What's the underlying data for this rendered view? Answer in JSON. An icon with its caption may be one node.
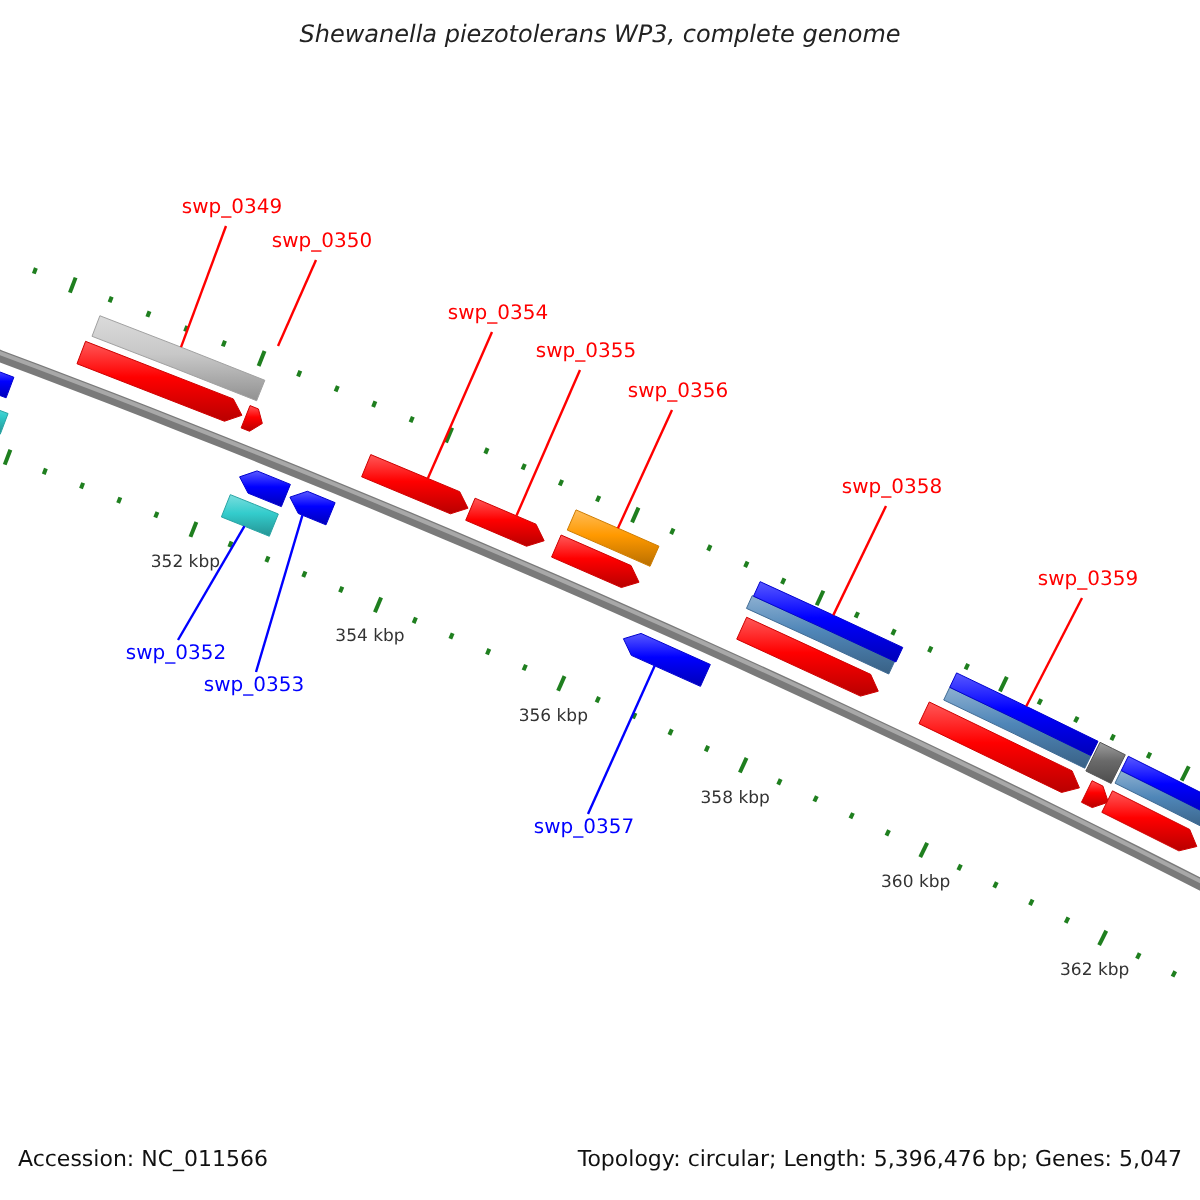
{
  "diagram": {
    "title": "Shewanella piezotolerans WP3, complete genome",
    "nodes": [
      {
        "text": [
          "swp_0349"
        ]
      },
      {
        "text": [
          "swp_0350"
        ]
      },
      {
        "text": [
          "swp_0354"
        ]
      },
      {
        "text": [
          "swp_0355"
        ]
      },
      {
        "text": [
          "swp_0356"
        ]
      },
      {
        "text": [
          "swp_0358"
        ]
      },
      {
        "text": [
          "swp_0359"
        ]
      },
      {
        "text": [
          "swp_0352"
        ]
      },
      {
        "text": [
          "swp_0353"
        ]
      },
      {
        "text": [
          "swp_0357"
        ]
      },
      {
        "text": [],
        "shape": "bar"
      },
      {
        "text": [],
        "shape": "arrow"
      },
      {
        "text": [],
        "shape": "arrow"
      },
      {
        "text": [],
        "shape": "bar"
      },
      {
        "text": [],
        "shape": "bar"
      },
      {
        "text": [],
        "shape": "arrow"
      },
      {
        "text": [],
        "shape": "arrow"
      },
      {
        "text": [],
        "shape": "arrow"
      },
      {
        "text": [],
        "shape": "arrow"
      },
      {
        "text": [],
        "shape": "arrow"
      },
      {
        "text": [],
        "shape": "arrow"
      },
      {
        "text": [],
        "shape": "bar"
      },
      {
        "text": [],
        "shape": "arrow"
      },
      {
        "text": [],
        "shape": "arrow"
      },
      {
        "text": [],
        "shape": "bar"
      },
      {
        "text": [],
        "shape": "bar"
      },
      {
        "text": [],
        "shape": "arrow"
      },
      {
        "text": [],
        "shape": "bar"
      },
      {
        "text": [],
        "shape": "bar"
      },
      {
        "text": [],
        "shape": "arrow"
      },
      {
        "text": [],
        "shape": "box"
      },
      {
        "text": [],
        "shape": "arrow"
      },
      {
        "text": [],
        "shape": "bar"
      },
      {
        "text": [],
        "shape": "bar"
      }
    ],
    "edges": [
      {
        "from": 0,
        "to": 13,
        "arrow": "none"
      },
      {
        "from": 1,
        "to": null,
        "arrow": "none"
      },
      {
        "from": 2,
        "to": 18,
        "arrow": "none"
      },
      {
        "from": 3,
        "to": 19,
        "arrow": "none"
      },
      {
        "from": 4,
        "to": 21,
        "arrow": "none"
      },
      {
        "from": 5,
        "to": 25,
        "arrow": "none"
      },
      {
        "from": 6,
        "to": 28,
        "arrow": "none"
      },
      {
        "from": 7,
        "to": 14,
        "arrow": "none",
        "color": "#0000ff"
      },
      {
        "from": 8,
        "to": 17,
        "arrow": "none",
        "color": "#0000ff"
      },
      {
        "from": 9,
        "to": 22,
        "arrow": "none",
        "color": "#0000ff"
      }
    ],
    "labels": [
      "352 kbp",
      "354 kbp",
      "356 kbp",
      "358 kbp",
      "360 kbp",
      "362 kbp",
      "Accession: NC_011566",
      "Topology: circular; Length: 5,396,476 bp; Genes: 5,047"
    ]
  }
}
